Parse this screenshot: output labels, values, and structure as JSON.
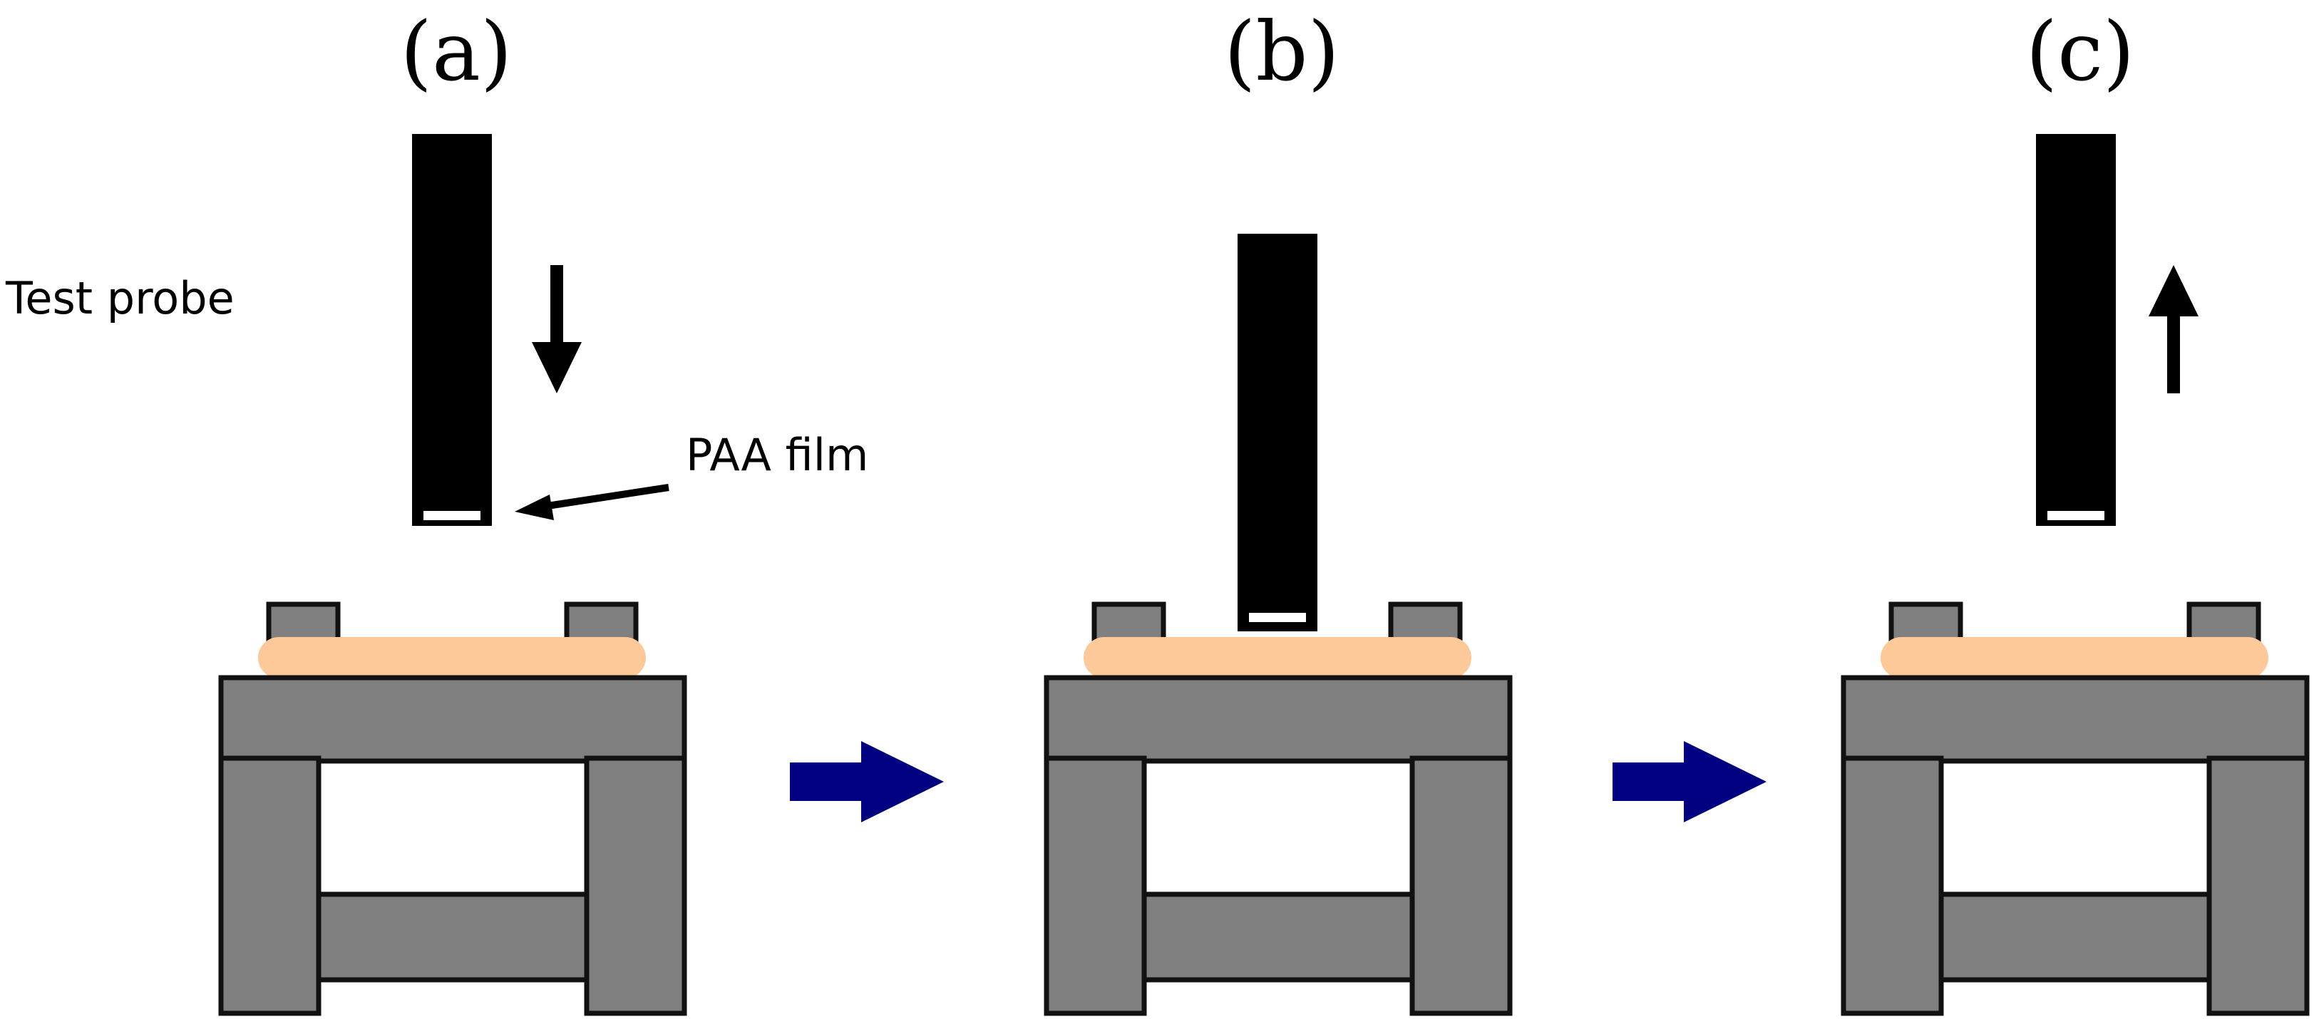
{
  "panels": [
    {
      "label": "(a)",
      "probe_motion": "down"
    },
    {
      "label": "(b)",
      "probe_motion": "contact"
    },
    {
      "label": "(c)",
      "probe_motion": "up"
    }
  ],
  "callouts": {
    "test_probe": "Test probe",
    "paa_film": "PAA film"
  },
  "colors": {
    "probe": "#000000",
    "film": "#ffffff",
    "stage": "#808080",
    "outline": "#111111",
    "sample": "#fdc998",
    "step_arrow": "#000080",
    "motion_arrow": "#000000"
  }
}
